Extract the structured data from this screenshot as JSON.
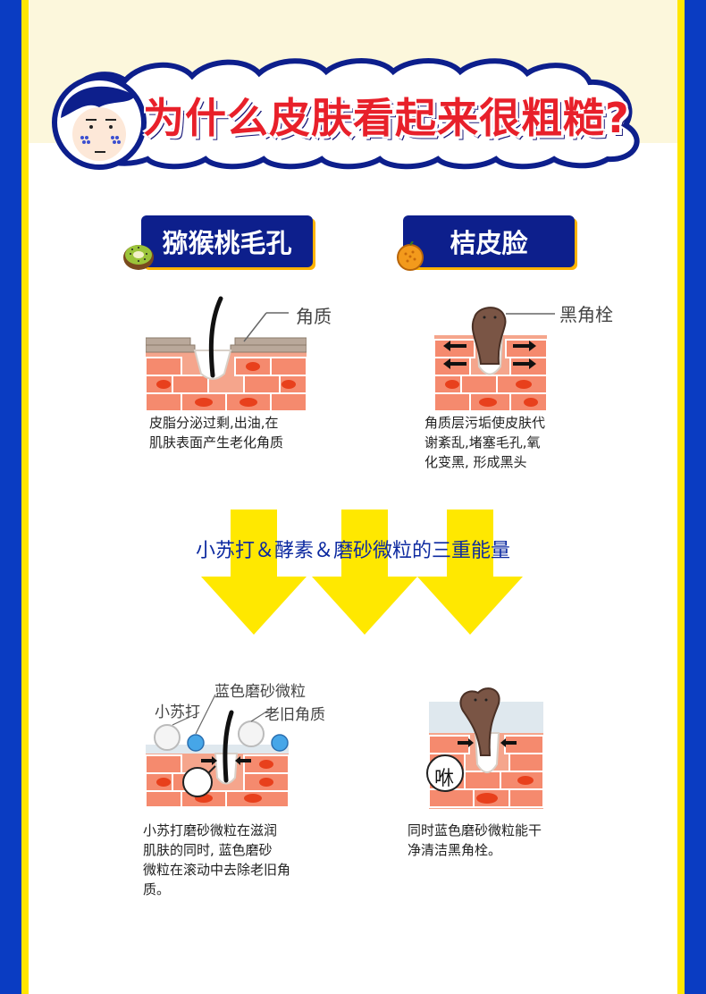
{
  "title": "为什么皮肤看起来很粗糙?",
  "problems": [
    {
      "label": "猕猴桃毛孔",
      "icon": "kiwi-icon",
      "annotation": "角质",
      "description": "皮脂分泌过剩,出油,在\n肌肤表面产生老化角质"
    },
    {
      "label": "桔皮脸",
      "icon": "orange-icon",
      "annotation": "黑角栓",
      "description": "角质层污垢使皮肤代\n谢紊乱,堵塞毛孔,氧\n化变黑, 形成黑头"
    }
  ],
  "middle_text": "小苏打＆酵素＆磨砂微粒的三重能量",
  "solutions": [
    {
      "annotations": [
        "蓝色磨砂微粒",
        "小苏打",
        "老旧角质"
      ],
      "description": "小苏打磨砂微粒在滋润\n肌肤的同时, 蓝色磨砂\n微粒在滚动中去除老旧角\n质。"
    },
    {
      "bubble": "咻",
      "description": "同时蓝色磨砂微粒能干\n净清洁黑角栓。"
    }
  ],
  "colors": {
    "border_blue": "#0a3cc2",
    "border_yellow": "#ffe600",
    "title_red": "#e8202a",
    "label_navy": "#0d1f8c",
    "arrow_yellow": "#ffe800",
    "skin_cell": "#f58a6e",
    "cell_nucleus": "#e8401c"
  }
}
